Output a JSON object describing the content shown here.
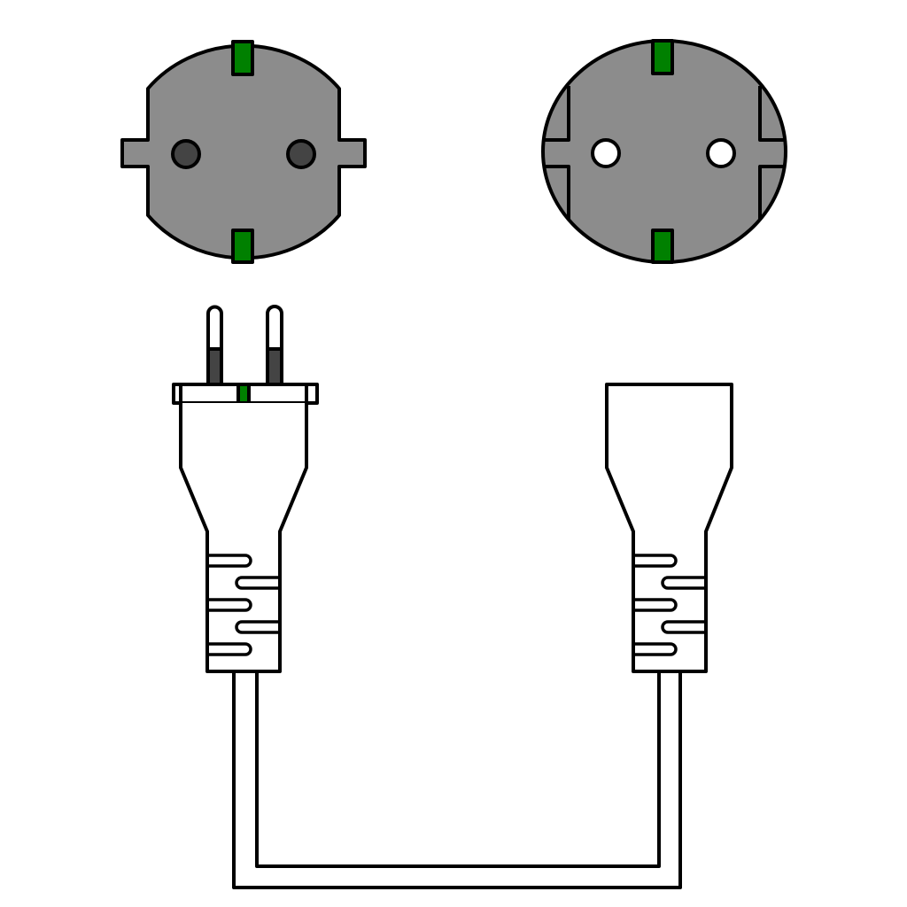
{
  "colors": {
    "face": "#8c8c8c",
    "contact": "#008000",
    "pin": "#444444",
    "outline": "#000000",
    "background": "#ffffff"
  },
  "parts": [
    "plug-face",
    "socket-face",
    "plug",
    "connector",
    "cable"
  ]
}
